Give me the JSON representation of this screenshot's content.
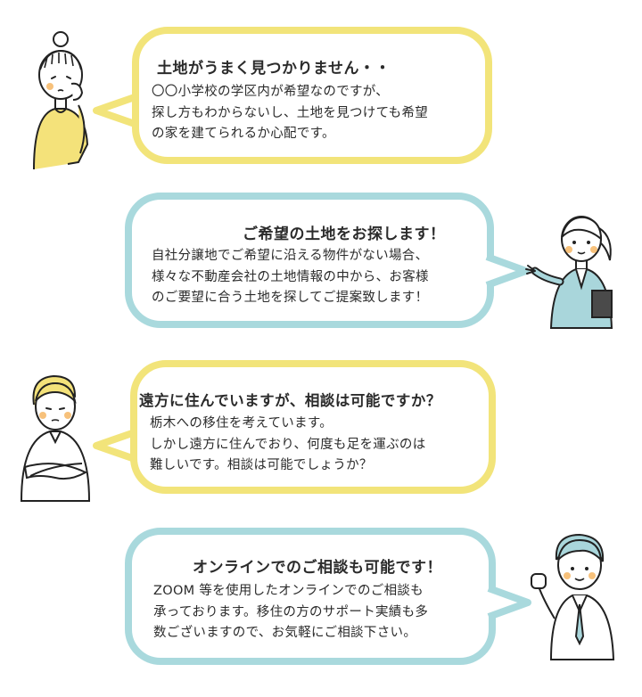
{
  "colors": {
    "yellow_border": "#f2e47a",
    "blue_border": "#a9d9dd",
    "shirt_yellow": "#f4e27a",
    "suit_blue": "#a9d6db",
    "cheek": "#f5b15a"
  },
  "dialogues": [
    {
      "speaker": "customer",
      "title": "土地がうまく見つかりません・・",
      "lines": [
        "〇〇小学校の学区内が希望なのですが、",
        "探し方もわからないし、土地を見つけても希望",
        "の家を建てられるか心配です。"
      ]
    },
    {
      "speaker": "staff",
      "title": "ご希望の土地をお探します！",
      "lines": [
        "自社分譲地でご希望に沿える物件がない場合、",
        "様々な不動産会社の土地情報の中から、お客様",
        "のご要望に合う土地を探してご提案致します！"
      ]
    },
    {
      "speaker": "customer",
      "title": "遠方に住んでいますが、相談は可能ですか？",
      "lines": [
        "栃木への移住を考えています。",
        "しかし遠方に住んでおり、何度も足を運ぶのは",
        "難しいです。相談は可能でしょうか？"
      ]
    },
    {
      "speaker": "staff",
      "title": "オンラインでのご相談も可能です！",
      "lines": [
        "ZOOM 等を使用したオンラインでのご相談も",
        "承っております。移住の方のサポート実績も多",
        "数ございますので、お気軽にご相談下さい。"
      ]
    }
  ]
}
